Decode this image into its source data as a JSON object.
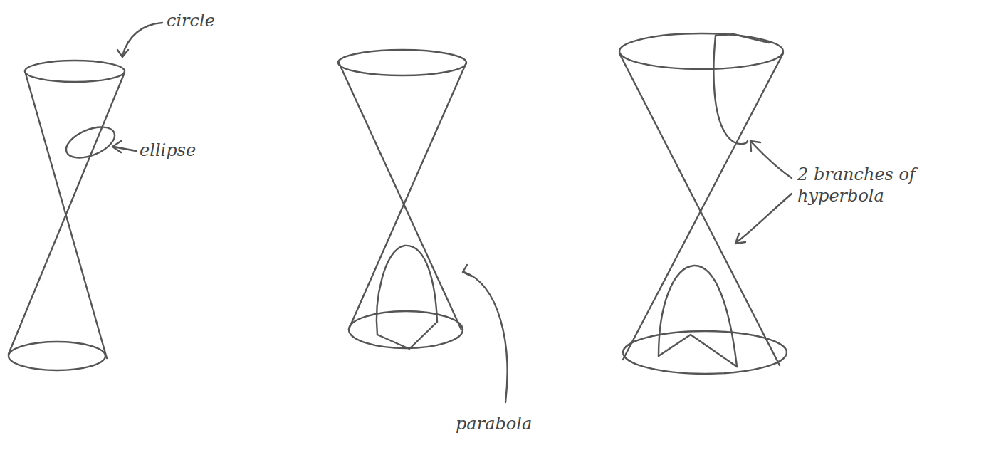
{
  "diagram": {
    "labels": [
      "circle",
      "ellipse",
      "parabola",
      "2 branches of hyperbola"
    ]
  }
}
